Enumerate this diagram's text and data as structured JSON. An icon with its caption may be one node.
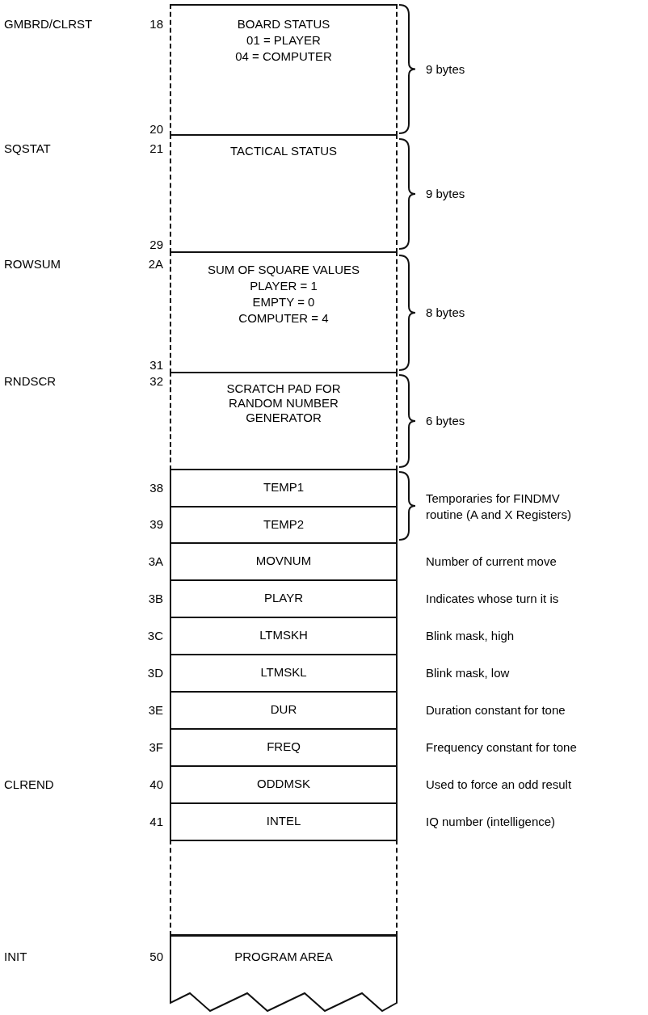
{
  "diagram": {
    "nodes": [
      {
        "text": [
          "BOARD STATUS",
          "01 = PLAYER",
          "04 = COMPUTER"
        ],
        "beside": [
          "18",
          "20",
          "9 bytes"
        ]
      },
      {
        "text": [
          "TACTICAL STATUS"
        ],
        "beside": [
          "21",
          "29",
          "9 bytes"
        ]
      },
      {
        "text": [
          "SUM OF SQUARE VALUES",
          "PLAYER = 1",
          "EMPTY = 0",
          "COMPUTER = 4"
        ],
        "beside": [
          "2A",
          "31",
          "8 bytes"
        ]
      },
      {
        "text": [
          "SCRATCH PAD FOR RANDOM NUMBER GENERATOR"
        ],
        "beside": [
          "32",
          "6 bytes"
        ]
      },
      {
        "text": [
          "TEMP1"
        ],
        "beside": [
          "38"
        ]
      },
      {
        "text": [
          "TEMP2"
        ],
        "beside": [
          "39"
        ]
      },
      {
        "text": [
          "MOVNUM"
        ],
        "beside": [
          "3A",
          "Number of current move"
        ]
      },
      {
        "text": [
          "PLAYR"
        ],
        "beside": [
          "3B",
          "Indicates whose turn it is"
        ]
      },
      {
        "text": [
          "LTMSKH"
        ],
        "beside": [
          "3C",
          "Blink mask, high"
        ]
      },
      {
        "text": [
          "LTMSKL"
        ],
        "beside": [
          "3D",
          "Blink mask, low"
        ]
      },
      {
        "text": [
          "DUR"
        ],
        "beside": [
          "3E",
          "Duration constant for tone"
        ]
      },
      {
        "text": [
          "FREQ"
        ],
        "beside": [
          "3F",
          "Frequency constant for tone"
        ]
      },
      {
        "text": [
          "ODDMSK"
        ],
        "beside": [
          "40",
          "Used to force an odd result"
        ]
      },
      {
        "text": [
          "INTEL"
        ],
        "beside": [
          "41",
          "IQ number (intelligence)"
        ]
      },
      {
        "text": [],
        "shape": "box"
      },
      {
        "text": [
          "PROGRAM AREA"
        ],
        "beside": [
          "50"
        ]
      }
    ],
    "labels": [
      "GMBRD/CLRST",
      "SQSTAT",
      "ROWSUM",
      "RNDSCR",
      "Temporaries for FINDMV routine (A and X Registers)",
      "CLREND",
      "INIT"
    ]
  }
}
